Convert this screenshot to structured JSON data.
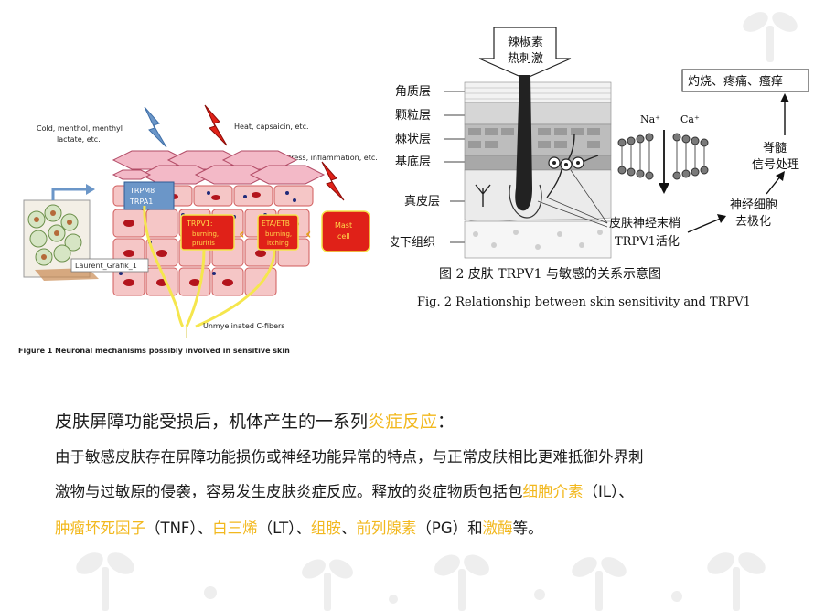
{
  "figure1": {
    "label_cold": "Cold, menthol, menthyl",
    "label_cold_2": "lactate, etc.",
    "label_heat": "Heat, capsaicin, etc.",
    "label_stress": "Stress, inflammation, etc.",
    "trpm8": "TRPM8",
    "trpa1": "TRPA1",
    "trpv1": "TRPV1:",
    "trpv1_sub": "burning,",
    "trpv1_sub2": "pruritis",
    "eta": "ETA/ETB",
    "eta_sub": "burning,",
    "eta_sub2": "itching",
    "mast": "Mast",
    "mast_2": "cell",
    "tooltip": "Laurent_Grafik_1",
    "fibers": "Unmyelinated C-fibers",
    "caption": "Figure 1  Neuronal mechanisms possibly involved in sensitive skin",
    "colors": {
      "cell": "#f5c6c6",
      "cell_border": "#d05a5a",
      "nucleus": "#b3141c",
      "trp_red": "#e02118",
      "trp_text": "#ffd84a",
      "fiber": "#f5e64d",
      "blue": "#6b96c8"
    }
  },
  "figure2": {
    "stimulus_1": "辣椒素",
    "stimulus_2": "热刺激",
    "layers": [
      "角质层",
      "颗粒层",
      "棘状层",
      "基底层",
      "真皮层",
      "皮下组织"
    ],
    "na": "Na⁺",
    "ca": "Ca⁺",
    "outcome": "灼烧、疼痛、瘙痒",
    "spinal_1": "脊髓",
    "spinal_2": "信号处理",
    "neuron_1": "神经细胞",
    "neuron_2": "去极化",
    "nerve_1": "皮肤神经末梢",
    "nerve_2": "TRPV1活化",
    "caption_cn": "图 2   皮肤 TRPV1 与敏感的关系示意图",
    "caption_en": "Fig. 2   Relationship between skin sensitivity and TRPV1"
  },
  "text": {
    "heading_a": "皮肤屏障功能受损后，机体产生的一系列",
    "heading_hl": "炎症反应",
    "heading_b": "：",
    "line1": "由于敏感皮肤存在屏障功能损伤或神经功能异常的特点，与正常皮肤相比更难抵御外界刺",
    "line2_a": "激物与过敏原的侵袭，容易发生皮肤炎症反应。释放的炎症物质包括包",
    "line2_hl": "细胞介素",
    "line2_b": "（IL）、",
    "line3_hl1": "肿瘤坏死因子",
    "line3_a": "（TNF）、",
    "line3_hl2": "白三烯",
    "line3_b": "（LT）、",
    "line3_hl3": "组胺",
    "line3_c": "、",
    "line3_hl4": "前列腺素",
    "line3_d": "（PG）和",
    "line3_hl5": "激酶",
    "line3_e": "等。",
    "highlight_color": "#f2b81e"
  }
}
